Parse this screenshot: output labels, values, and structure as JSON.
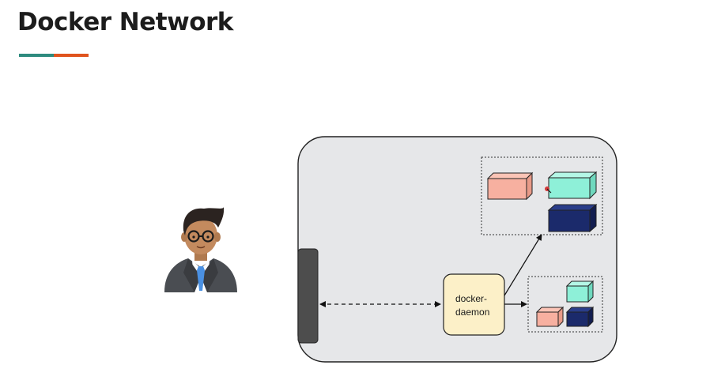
{
  "slide": {
    "title": "Docker Network"
  },
  "accent": {
    "left_color": "#2e8b7e",
    "right_color": "#e0531d"
  },
  "diagram": {
    "daemon_label_line1": "docker-",
    "daemon_label_line2": "daemon",
    "colors": {
      "host_fill": "#e6e7e9",
      "host_stroke": "#222222",
      "server_fill": "#4d4d4d",
      "daemon_fill": "#fcf0c8",
      "container_salmon": "#f7b0a0",
      "container_mint": "#8ef0d8",
      "container_navy": "#1b2a6b"
    },
    "icons": [
      "person-icon"
    ]
  }
}
